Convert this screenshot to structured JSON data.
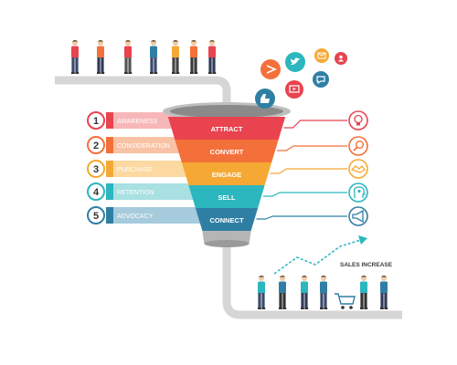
{
  "stages": [
    {
      "number": "1",
      "label": "AWARENESS",
      "color": "#e8434f",
      "light": "#f7b7b8"
    },
    {
      "number": "2",
      "label": "CONSIDERATION",
      "color": "#f4703a",
      "light": "#f9c2a4"
    },
    {
      "number": "3",
      "label": "PURCHASE",
      "color": "#f5a934",
      "light": "#fbd9a0"
    },
    {
      "number": "4",
      "label": "RETENTION",
      "color": "#2cb6be",
      "light": "#a9e0e2"
    },
    {
      "number": "5",
      "label": "ADVOCACY",
      "color": "#2f7fa4",
      "light": "#a6cbdc"
    }
  ],
  "funnel_layers": [
    {
      "label": "ATTRACT",
      "color": "#e8434f"
    },
    {
      "label": "CONVERT",
      "color": "#f4703a"
    },
    {
      "label": "ENGAGE",
      "color": "#f5a934"
    },
    {
      "label": "SELL",
      "color": "#2cb6be"
    },
    {
      "label": "CONNECT",
      "color": "#2f7fa4"
    }
  ],
  "right_icons": [
    {
      "icon": "lightbulb-icon",
      "color": "#e8434f"
    },
    {
      "icon": "magnifier-icon",
      "color": "#f4703a"
    },
    {
      "icon": "handshake-icon",
      "color": "#f5a934"
    },
    {
      "icon": "gear-head-icon",
      "color": "#2cb6be"
    },
    {
      "icon": "megaphone-icon",
      "color": "#2f7fa4"
    }
  ],
  "social_icons": [
    {
      "icon": "thumbs-up-icon",
      "color": "#2f7fa4"
    },
    {
      "icon": "share-icon",
      "color": "#f4703a"
    },
    {
      "icon": "video-icon",
      "color": "#e8434f"
    },
    {
      "icon": "twitter-bird-icon",
      "color": "#2cb6be"
    },
    {
      "icon": "chat-bubble-icon",
      "color": "#2f7fa4"
    },
    {
      "icon": "email-icon",
      "color": "#f5a934"
    },
    {
      "icon": "user-icon",
      "color": "#e8434f"
    }
  ],
  "sales_label": "SALES INCREASE"
}
